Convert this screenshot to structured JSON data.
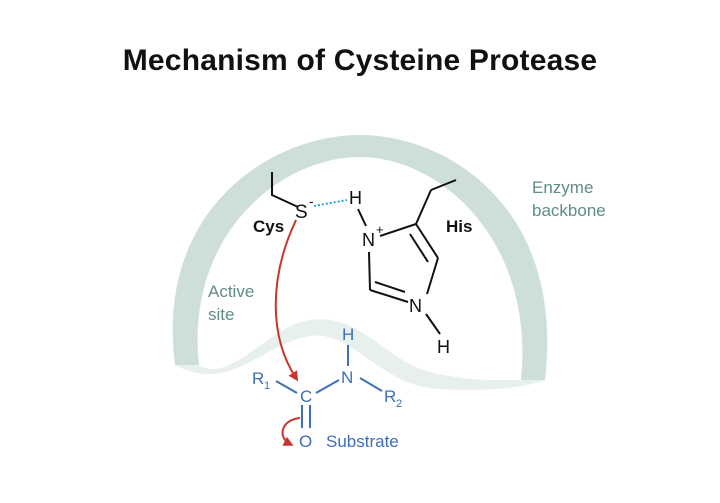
{
  "title": "Mechanism of Cysteine Protease",
  "labels": {
    "enzyme_backbone_line1": "Enzyme",
    "enzyme_backbone_line2": "backbone",
    "active_site_line1": "Active",
    "active_site_line2": "site",
    "cys": "Cys",
    "his": "His",
    "substrate": "Substrate"
  },
  "atoms": {
    "sulfur": "S",
    "sulfur_charge": "-",
    "hydrogen_bonded": "H",
    "n_plus": "N",
    "n_plus_charge": "+",
    "n_ring": "N",
    "h_ring": "H",
    "r1": "R",
    "r1_sub": "1",
    "carbon": "C",
    "nitrogen": "N",
    "h_amide": "H",
    "r2": "R",
    "r2_sub": "2",
    "oxygen": "O"
  },
  "colors": {
    "backbone": "#cddedb",
    "backbone_label": "#5f8c86",
    "substrate": "#3f6fb5",
    "arrow": "#c8342e",
    "hbond": "#2ea0d6",
    "structure": "#111111"
  }
}
